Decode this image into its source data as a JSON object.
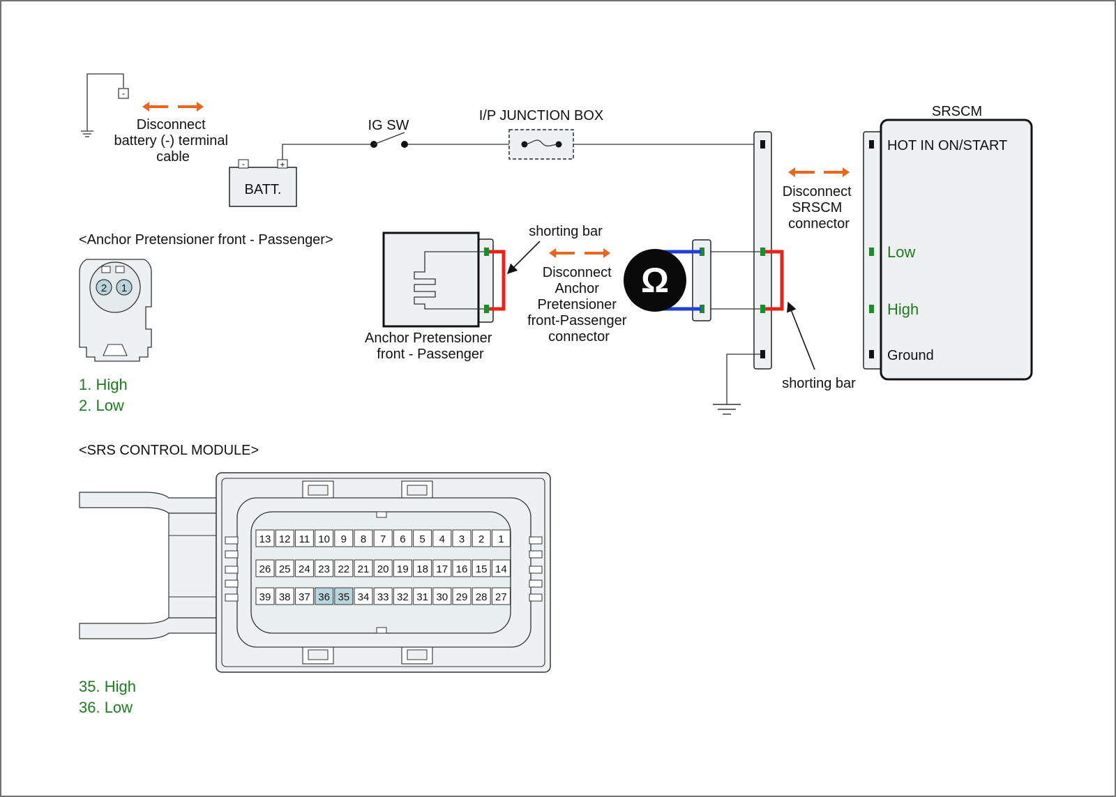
{
  "battery": {
    "label": "BATT.",
    "neg": "-",
    "pos": "+",
    "disconnect_text": [
      "Disconnect",
      "battery (-) terminal",
      "cable"
    ],
    "ground_term": "-"
  },
  "ig_switch": {
    "label": "IG SW"
  },
  "junction_box": {
    "label": "I/P JUNCTION BOX"
  },
  "srscm": {
    "title": "SRSCM",
    "pins": [
      {
        "label": "HOT IN ON/START"
      },
      {
        "label": "Low"
      },
      {
        "label": "High"
      },
      {
        "label": "Ground"
      }
    ],
    "disconnect_text": [
      "Disconnect",
      "SRSCM",
      "connector"
    ]
  },
  "pretensioner": {
    "caption": [
      "Anchor Pretensioner",
      "front - Passenger"
    ],
    "shorting_bar": "shorting bar",
    "disconnect_text": [
      "Disconnect",
      "Anchor",
      "Pretensioner",
      "front-Passenger",
      "connector"
    ]
  },
  "ohmmeter": {
    "symbol": "Ω"
  },
  "shorting_bar_right": "shorting bar",
  "anchor_connector": {
    "title": "<Anchor Pretensioner front - Passenger>",
    "pins": [
      "2",
      "1"
    ],
    "legend": [
      "1. High",
      "2. Low"
    ]
  },
  "srs_module": {
    "title": "<SRS CONTROL MODULE>",
    "rows": [
      [
        "13",
        "12",
        "11",
        "10",
        "9",
        "8",
        "7",
        "6",
        "5",
        "4",
        "3",
        "2",
        "1"
      ],
      [
        "26",
        "25",
        "24",
        "23",
        "22",
        "21",
        "20",
        "19",
        "18",
        "17",
        "16",
        "15",
        "14"
      ],
      [
        "39",
        "38",
        "37",
        "36",
        "35",
        "34",
        "33",
        "32",
        "31",
        "30",
        "29",
        "28",
        "27"
      ]
    ],
    "highlighted": [
      "35",
      "36"
    ],
    "legend": [
      "35. High",
      "36. Low"
    ]
  },
  "colors": {
    "arrow": "#e8661e",
    "shorting_bar": "#e8231c",
    "meter_leads": "#1f3fd6",
    "pin_green": "#1e8a2e",
    "text_green": "#1f7a1f",
    "pin_highlight": "#b8d4dc"
  }
}
